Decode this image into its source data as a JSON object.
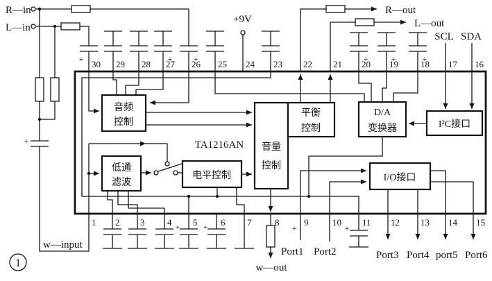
{
  "part": "TA1216AN",
  "figure": "1",
  "labels": {
    "r_in": "R—in",
    "l_in": "L—in",
    "plus_9v": "+9V",
    "r_out": "R—out",
    "l_out": "L—out",
    "scl": "SCL",
    "sda": "SDA",
    "w_input": "w—input",
    "w_out": "w—out",
    "ports": [
      "Port1",
      "Port2",
      "Port3",
      "Port4",
      "port5",
      "Port6"
    ],
    "plus": "+"
  },
  "blocks": {
    "audio_control": {
      "line1": "音频",
      "line2": "控制"
    },
    "lowpass_filter": {
      "line1": "低通",
      "line2": "滤波"
    },
    "level_control": {
      "label": "电平控制"
    },
    "volume_control": {
      "line1": "音量",
      "line2": "控制"
    },
    "balance_control": {
      "line1": "平衡",
      "line2": "控制"
    },
    "da_converter": {
      "line1": "D/A",
      "line2": "变换器"
    },
    "i2c_interface": {
      "label": "I²C接口"
    },
    "io_interface": {
      "label": "I/O接口"
    }
  },
  "pins": {
    "top": [
      "30",
      "29",
      "28",
      "27",
      "26",
      "25",
      "24",
      "23",
      "22",
      "21",
      "20",
      "19",
      "18",
      "17",
      "16"
    ],
    "bottom": [
      "1",
      "2",
      "3",
      "4",
      "5",
      "6",
      "7",
      "8",
      "9",
      "10",
      "11",
      "12",
      "13",
      "14",
      "15"
    ]
  }
}
